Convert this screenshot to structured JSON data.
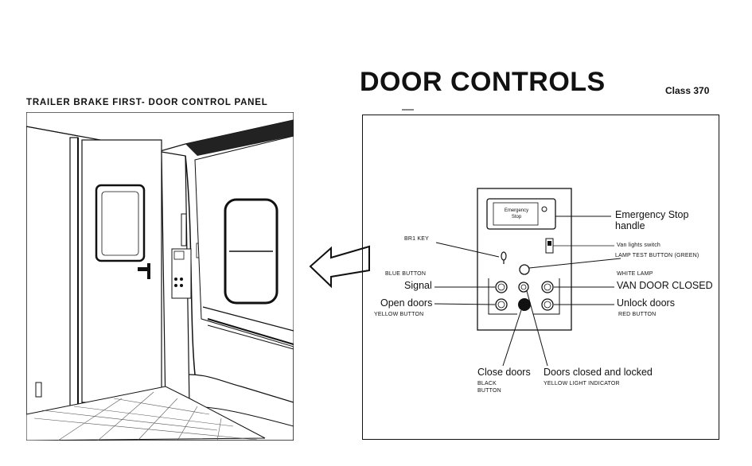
{
  "header": {
    "title": "DOOR CONTROLS",
    "class_label": "Class 370"
  },
  "left_panel": {
    "caption": "TRAILER BRAKE FIRST- DOOR CONTROL PANEL"
  },
  "diagram": {
    "emergency_stop_box": "Emergency Stop",
    "labels": {
      "emergency_stop": "Emergency Stop handle",
      "br1_key": "BR1 KEY",
      "van_lights_switch": "Van lights switch",
      "lamp_test_button": "LAMP TEST BUTTON (GREEN)",
      "blue_button": "BLUE BUTTON",
      "signal": "Signal",
      "white_lamp": "WHITE LAMP",
      "van_door_closed": "VAN DOOR CLOSED",
      "open_doors": "Open doors",
      "yellow_button": "YELLOW BUTTON",
      "unlock_doors": "Unlock doors",
      "red_button": "RED BUTTON",
      "close_doors": "Close doors",
      "black_button": "BLACK BUTTON",
      "doors_closed_locked": "Doors closed and locked",
      "yellow_light_indicator": "YELLOW LIGHT INDICATOR"
    }
  }
}
